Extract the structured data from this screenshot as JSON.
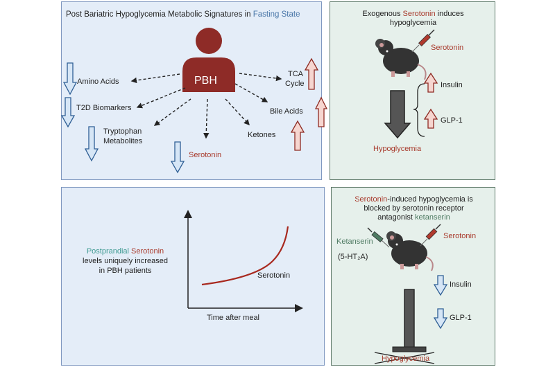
{
  "panel1": {
    "title_part1": "Post Bariatric Hypoglycemia Metabolic Signatures in ",
    "title_part2": "Fasting State",
    "center_label": "PBH",
    "amino_acids": "Amino Acids",
    "t2d": "T2D Biomarkers",
    "tryptophan_line1": "Tryptophan",
    "tryptophan_line2": "Metabolites",
    "serotonin": "Serotonin",
    "ketones": "Ketones",
    "bile_acids": "Bile Acids",
    "tca_line1": "TCA",
    "tca_line2": "Cycle"
  },
  "panel2": {
    "title_part1": "Exogenous ",
    "title_part2": "Serotonin",
    "title_part3": " induces",
    "title_line2": "hypoglycemia",
    "syringe_label": "Serotonin",
    "insulin": "Insulin",
    "glp1": "GLP-1",
    "outcome": "Hypoglycemia"
  },
  "panel3": {
    "label_part1": "Postprandial",
    "label_part2": " Serotonin",
    "label_line2": "levels uniquely increased",
    "label_line3": "in PBH patients",
    "curve_label": "Serotonin",
    "x_axis_label": "Time after meal"
  },
  "panel4": {
    "title_part1": "Serotonin",
    "title_part2": "-induced hypoglycemia is",
    "title_line2": "blocked by serotonin receptor",
    "title_line3a": "antagonist ",
    "title_line3b": "ketanserin",
    "left_syringe_label": "Ketanserin",
    "receptor_label": "(5-HT₂A)",
    "right_syringe_label": "Serotonin",
    "insulin": "Insulin",
    "glp1": "GLP-1",
    "outcome": "Hypoglycemia"
  },
  "colors": {
    "down_arrow_fill": "#d6e6f6",
    "down_arrow_stroke": "#2f5f95",
    "up_arrow_fill": "#f6d6d0",
    "up_arrow_stroke": "#8e2b23",
    "person": "#8e2b27",
    "serotonin_text": "#a83a2c",
    "ketanserin_text": "#4e7a62",
    "postprandial_text": "#3f9a92"
  },
  "icons": [
    "person-icon",
    "mouse-icon",
    "syringe-icon",
    "down-arrow-icon",
    "up-arrow-icon",
    "block-icon"
  ]
}
